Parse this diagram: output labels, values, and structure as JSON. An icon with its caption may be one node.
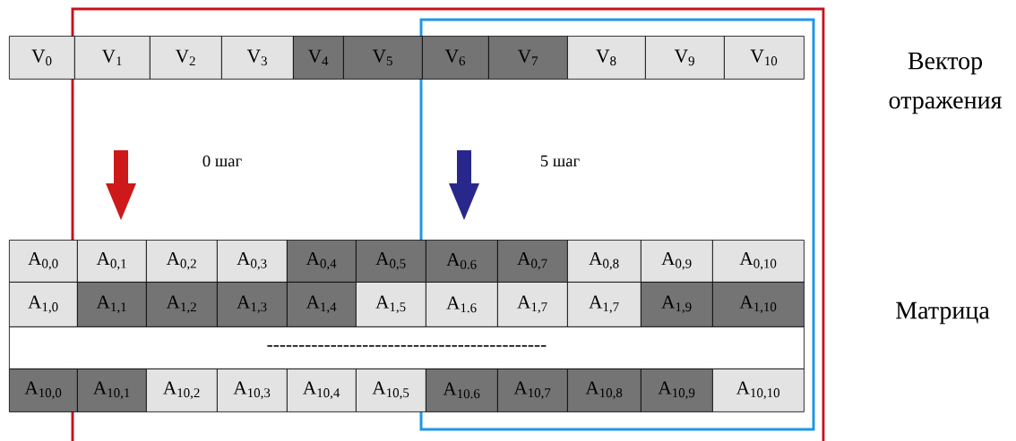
{
  "diagram": {
    "nodes": [
      {
        "text": [
          "V$_{0}$"
        ]
      },
      {
        "text": [
          "V$_{1}$"
        ]
      },
      {
        "text": [
          "V$_{2}$"
        ]
      },
      {
        "text": [
          "V$_{3}$"
        ]
      },
      {
        "text": [
          "V$_{4}$"
        ]
      },
      {
        "text": [
          "V$_{5}$"
        ]
      },
      {
        "text": [
          "V$_{6}$"
        ]
      },
      {
        "text": [
          "V$_{7}$"
        ]
      },
      {
        "text": [
          "V$_{8}$"
        ]
      },
      {
        "text": [
          "V$_{9}$"
        ]
      },
      {
        "text": [
          "V$_{10}$"
        ]
      },
      {
        "text": [
          "A$_{0,0}$"
        ]
      },
      {
        "text": [
          "A$_{0,1}$"
        ]
      },
      {
        "text": [
          "A$_{0,2}$"
        ]
      },
      {
        "text": [
          "A$_{0,3}$"
        ]
      },
      {
        "text": [
          "A$_{0,4}$"
        ]
      },
      {
        "text": [
          "A$_{0,5}$"
        ]
      },
      {
        "text": [
          "A$_{0.6}$"
        ]
      },
      {
        "text": [
          "A$_{0,7}$"
        ]
      },
      {
        "text": [
          "A$_{0,8}$"
        ]
      },
      {
        "text": [
          "A$_{0,9}$"
        ]
      },
      {
        "text": [
          "A$_{0,10}$"
        ]
      },
      {
        "text": [
          "A$_{1,0}$"
        ]
      },
      {
        "text": [
          "A$_{1,1}$"
        ]
      },
      {
        "text": [
          "A$_{1,2}$"
        ]
      },
      {
        "text": [
          "A$_{1,3}$"
        ]
      },
      {
        "text": [
          "A$_{1,4}$"
        ]
      },
      {
        "text": [
          "A$_{1,5}$"
        ]
      },
      {
        "text": [
          "A$_{1.6}$"
        ]
      },
      {
        "text": [
          "A$_{1,7}$"
        ]
      },
      {
        "text": [
          "A$_{1,7}$"
        ]
      },
      {
        "text": [
          "A$_{1,9}$"
        ]
      },
      {
        "text": [
          "A$_{1,10}$"
        ]
      },
      {
        "text": [
          "--------------------------------------------"
        ]
      },
      {
        "text": [
          "A$_{10,0}$"
        ]
      },
      {
        "text": [
          "A$_{10,1}$"
        ]
      },
      {
        "text": [
          "A$_{10,2}$"
        ]
      },
      {
        "text": [
          "A$_{10,3}$"
        ]
      },
      {
        "text": [
          "A$_{10,4}$"
        ]
      },
      {
        "text": [
          "A$_{10,5}$"
        ]
      },
      {
        "text": [
          "A$_{10.6}$"
        ]
      },
      {
        "text": [
          "A$_{10,7}$"
        ]
      },
      {
        "text": [
          "A$_{10,8}$"
        ]
      },
      {
        "text": [
          "A$_{10,9}$"
        ]
      },
      {
        "text": [
          "A$_{10,10}$"
        ]
      }
    ],
    "labels": [
      "Вектор отражения",
      "0 шаг",
      "5 шаг",
      "Матрица"
    ]
  }
}
